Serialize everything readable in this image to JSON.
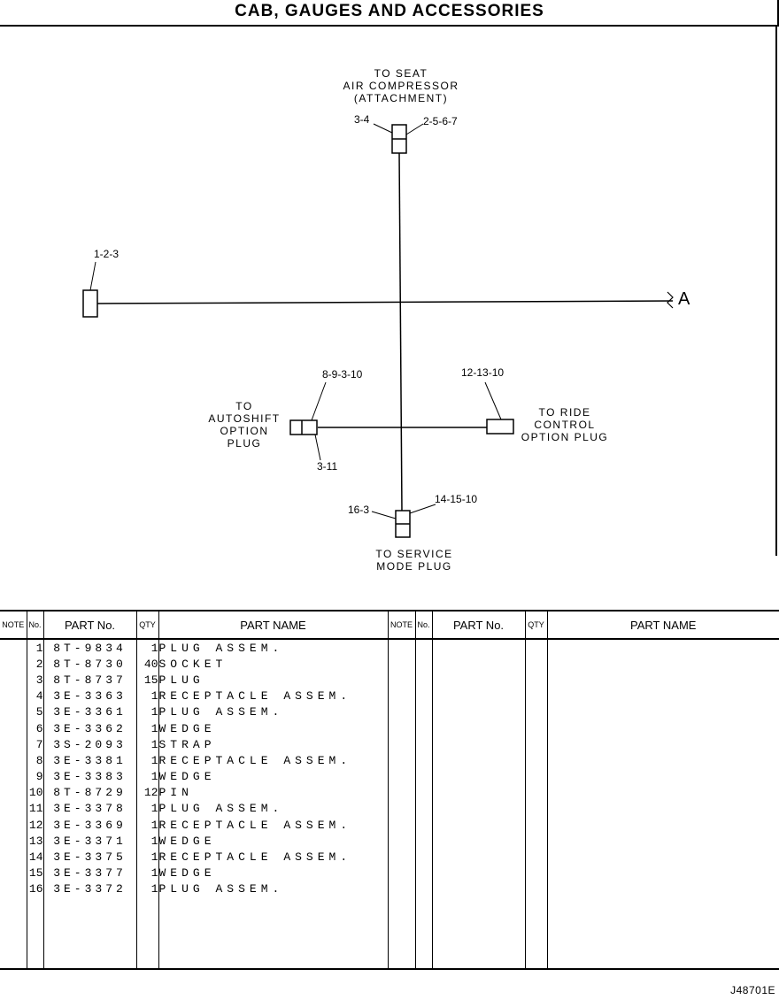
{
  "title": "CAB, GAUGES AND ACCESSORIES",
  "diagram": {
    "labels": {
      "seat_air": "TO SEAT\nAIR COMPRESSOR\n(ATTACHMENT)",
      "autoshift": "TO\nAUTOSHIFT\nOPTION\nPLUG",
      "ride": "TO RIDE\nCONTROL\nOPTION PLUG",
      "service": "TO SERVICE\nMODE PLUG"
    },
    "callouts": {
      "c_3_4": "3-4",
      "c_2_5_6_7": "2-5-6-7",
      "c_1_2_3": "1-2-3",
      "c_8_9_3_10": "8-9-3-10",
      "c_12_13_10": "12-13-10",
      "c_3_11": "3-11",
      "c_16_3": "16-3",
      "c_14_15_10": "14-15-10"
    },
    "side_marker": "A"
  },
  "table": {
    "headers": {
      "note": "NOTE",
      "no": "No.",
      "part_no": "PART No.",
      "qty": "QTY",
      "part_name": "PART NAME"
    },
    "rows": [
      {
        "no": "1",
        "part_no": "8T-9834",
        "qty": "1",
        "name": "PLUG ASSEM."
      },
      {
        "no": "2",
        "part_no": "8T-8730",
        "qty": "40",
        "name": "SOCKET"
      },
      {
        "no": "3",
        "part_no": "8T-8737",
        "qty": "15",
        "name": "PLUG"
      },
      {
        "no": "4",
        "part_no": "3E-3363",
        "qty": "1",
        "name": "RECEPTACLE ASSEM."
      },
      {
        "no": "5",
        "part_no": "3E-3361",
        "qty": "1",
        "name": "PLUG ASSEM."
      },
      {
        "no": "6",
        "part_no": "3E-3362",
        "qty": "1",
        "name": "WEDGE"
      },
      {
        "no": "7",
        "part_no": "3S-2093",
        "qty": "1",
        "name": "STRAP"
      },
      {
        "no": "8",
        "part_no": "3E-3381",
        "qty": "1",
        "name": "RECEPTACLE ASSEM."
      },
      {
        "no": "9",
        "part_no": "3E-3383",
        "qty": "1",
        "name": "WEDGE"
      },
      {
        "no": "10",
        "part_no": "8T-8729",
        "qty": "12",
        "name": "PIN"
      },
      {
        "no": "11",
        "part_no": "3E-3378",
        "qty": "1",
        "name": "PLUG ASSEM."
      },
      {
        "no": "12",
        "part_no": "3E-3369",
        "qty": "1",
        "name": "RECEPTACLE ASSEM."
      },
      {
        "no": "13",
        "part_no": "3E-3371",
        "qty": "1",
        "name": "WEDGE"
      },
      {
        "no": "14",
        "part_no": "3E-3375",
        "qty": "1",
        "name": "RECEPTACLE ASSEM."
      },
      {
        "no": "15",
        "part_no": "3E-3377",
        "qty": "1",
        "name": "WEDGE"
      },
      {
        "no": "16",
        "part_no": "3E-3372",
        "qty": "1",
        "name": "PLUG ASSEM."
      }
    ]
  },
  "doc_id": "J48701E"
}
